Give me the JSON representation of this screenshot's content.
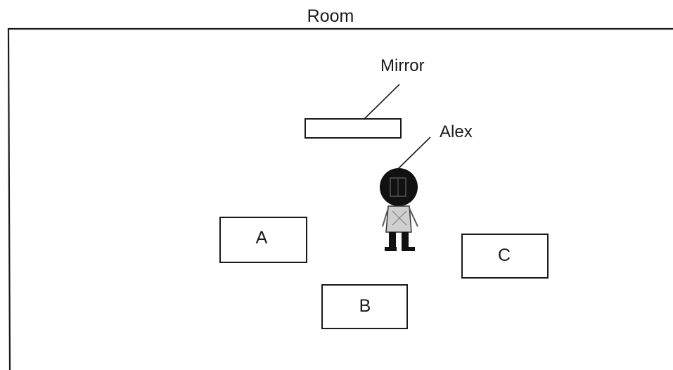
{
  "room": {
    "title": "Room"
  },
  "mirror": {
    "label": "Mirror"
  },
  "person": {
    "label": "Alex"
  },
  "boxes": [
    {
      "label": "A"
    },
    {
      "label": "B"
    },
    {
      "label": "C"
    }
  ],
  "colors": {
    "ink": "#1a1a1a",
    "background": "#ffffff"
  }
}
